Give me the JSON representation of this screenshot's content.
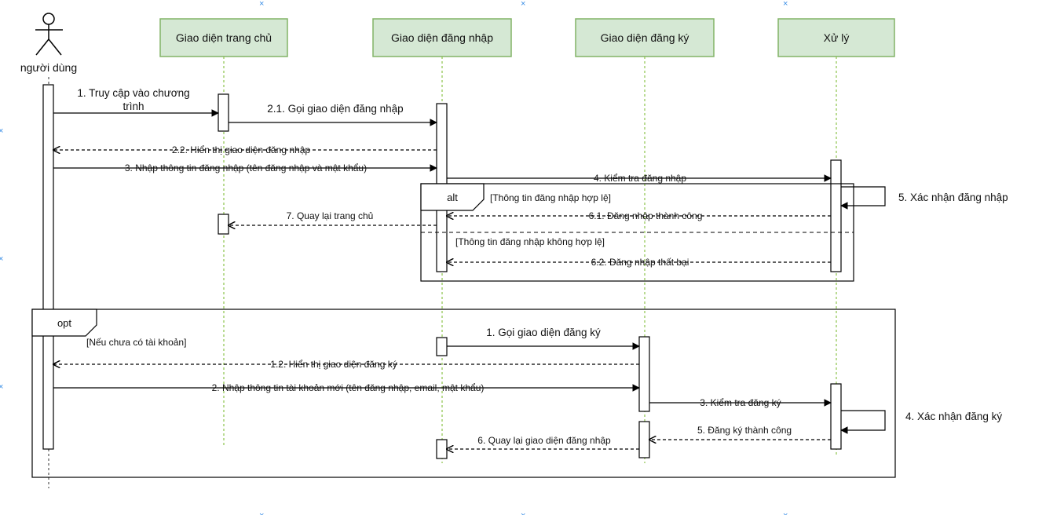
{
  "colors": {
    "header_fill": "#d5e8d4",
    "header_stroke": "#82b366",
    "lifeline": "#8bc34a",
    "line": "#000000",
    "guide_cross": "#3a8ee6"
  },
  "actor": {
    "icon": "stick-figure-icon",
    "label": "người dùng"
  },
  "participants": [
    {
      "id": "home",
      "label": "Giao diện trang chủ"
    },
    {
      "id": "login",
      "label": "Giao diện đăng nhập"
    },
    {
      "id": "register",
      "label": "Giao diện đăng ký"
    },
    {
      "id": "process",
      "label": "Xử lý"
    }
  ],
  "messages": {
    "m1": "1. Truy cập vào chương",
    "m1b": "trình",
    "m21": "2.1. Gọi giao diện đăng nhập",
    "m22": "2.2. Hiển thị giao diện đăng nhập",
    "m3": "3. Nhập thông tin đăng nhập (tên đăng nhập và mật khẩu)",
    "m4": "4. Kiểm tra đăng nhập",
    "m5": "5. Xác nhận đăng nhập",
    "m61": "6.1. Đăng nhập thành công",
    "m7": "7. Quay lại trang chủ",
    "m62": "6.2. Đăng nhập thất bại",
    "r1": "1.  Gọi giao diện đăng ký",
    "r12": "1.2. Hiển thị giao diện đăng ký",
    "r2": "2. Nhập thông tin tài khoản mới (tên đăng nhập, email, mật khẩu)",
    "r3": "3. Kiểm tra đăng ký",
    "r4": "4. Xác nhận đăng ký",
    "r5": "5. Đăng ký thành công",
    "r6": "6. Quay lại giao diện đăng nhập"
  },
  "fragments": {
    "alt": {
      "operator": "alt",
      "guard1": "[Thông tin đăng nhập hợp lệ]",
      "guard2": "[Thông tin đăng nhập không hợp lệ]"
    },
    "opt": {
      "operator": "opt",
      "guard": "[Nếu chưa có tài khoản]"
    }
  },
  "guide_mark": "×"
}
